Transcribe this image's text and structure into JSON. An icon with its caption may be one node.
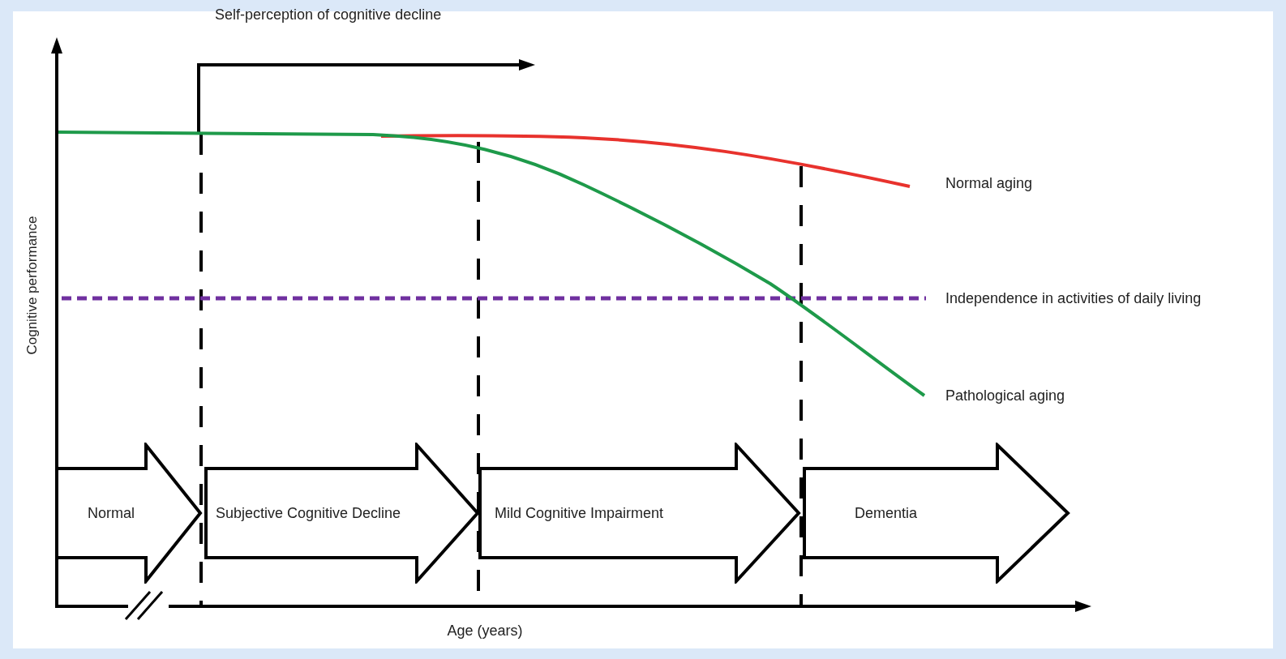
{
  "diagram": {
    "nodes": [
      {
        "text": [
          "Normal"
        ]
      },
      {
        "text": [
          "Subjective Cognitive Decline"
        ]
      },
      {
        "text": [
          "Mild Cognitive Impairment"
        ]
      },
      {
        "text": [
          "Dementia"
        ]
      }
    ],
    "labels": [
      "Self-perception of cognitive decline",
      "Normal aging",
      "Independence in activities of daily living",
      "Pathological aging",
      "Cognitive performance",
      "Age (years)"
    ]
  }
}
